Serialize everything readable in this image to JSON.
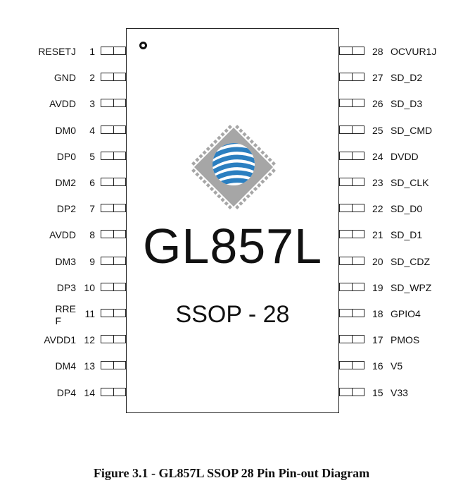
{
  "chip": {
    "part_number": "GL857L",
    "package": "SSOP - 28"
  },
  "pins_left": [
    {
      "num": "1",
      "name": "RESETJ"
    },
    {
      "num": "2",
      "name": "GND"
    },
    {
      "num": "3",
      "name": "AVDD"
    },
    {
      "num": "4",
      "name": "DM0"
    },
    {
      "num": "5",
      "name": "DP0"
    },
    {
      "num": "6",
      "name": "DM2"
    },
    {
      "num": "7",
      "name": "DP2"
    },
    {
      "num": "8",
      "name": "AVDD"
    },
    {
      "num": "9",
      "name": "DM3"
    },
    {
      "num": "10",
      "name": "DP3"
    },
    {
      "num": "11",
      "name": "RRE\nF"
    },
    {
      "num": "12",
      "name": "AVDD1"
    },
    {
      "num": "13",
      "name": "DM4"
    },
    {
      "num": "14",
      "name": "DP4"
    }
  ],
  "pins_right": [
    {
      "num": "28",
      "name": "OCVUR1J"
    },
    {
      "num": "27",
      "name": "SD_D2"
    },
    {
      "num": "26",
      "name": "SD_D3"
    },
    {
      "num": "25",
      "name": "SD_CMD"
    },
    {
      "num": "24",
      "name": "DVDD"
    },
    {
      "num": "23",
      "name": "SD_CLK"
    },
    {
      "num": "22",
      "name": "SD_D0"
    },
    {
      "num": "21",
      "name": "SD_D1"
    },
    {
      "num": "20",
      "name": "SD_CDZ"
    },
    {
      "num": "19",
      "name": "SD_WPZ"
    },
    {
      "num": "18",
      "name": "GPIO4"
    },
    {
      "num": "17",
      "name": "PMOS"
    },
    {
      "num": "16",
      "name": "V5"
    },
    {
      "num": "15",
      "name": "V33"
    }
  ],
  "caption": "Figure 3.1 - GL857L SSOP 28 Pin Pin-out Diagram",
  "colors": {
    "logo_gray": "#a6a6a6",
    "logo_blue": "#2b7fc0",
    "outline": "#222222"
  }
}
